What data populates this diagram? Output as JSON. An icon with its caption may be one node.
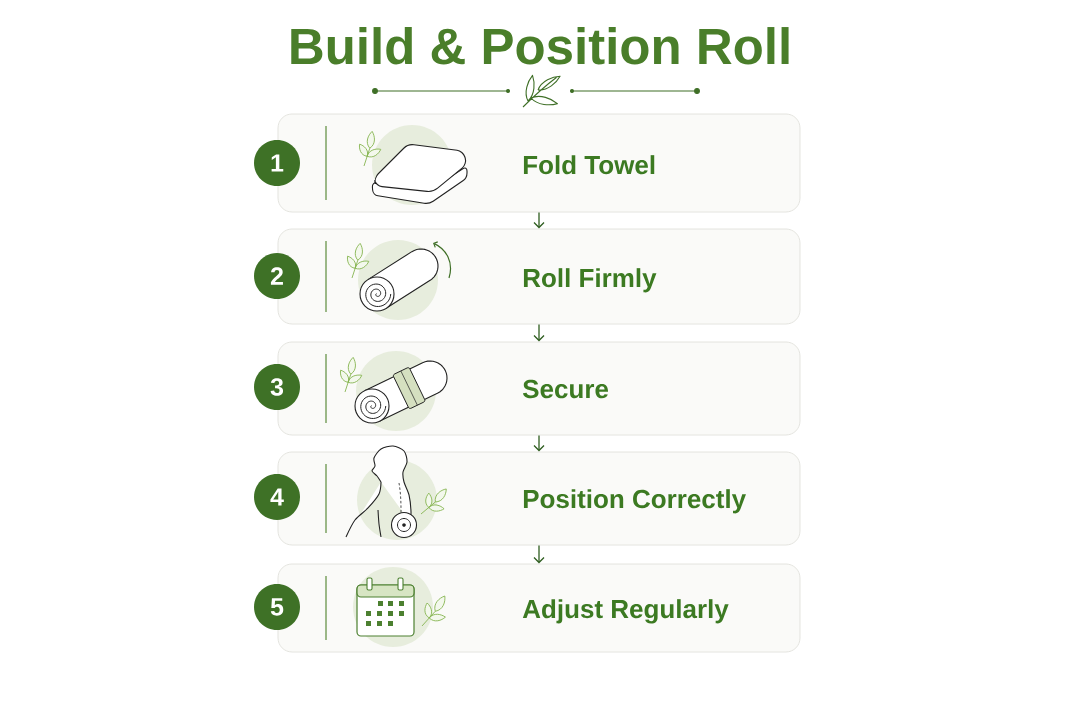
{
  "diagram": {
    "title": "Build & Position Roll",
    "nodes": [
      {
        "text": [
          "1"
        ]
      },
      {
        "text": [
          "Fold Towel"
        ]
      },
      {
        "text": [
          "2"
        ]
      },
      {
        "text": [
          "Roll Firmly"
        ]
      },
      {
        "text": [
          "3"
        ]
      },
      {
        "text": [
          "Secure"
        ]
      },
      {
        "text": [
          "4"
        ]
      },
      {
        "text": [
          "Position Correctly"
        ]
      },
      {
        "text": [
          "5"
        ]
      },
      {
        "text": [
          "Adjust Regularly"
        ]
      }
    ],
    "edges": [
      {
        "from": 1,
        "to": 3,
        "arrow": "to"
      },
      {
        "from": 3,
        "to": 5,
        "arrow": "to"
      },
      {
        "from": 5,
        "to": 7,
        "arrow": "to"
      },
      {
        "from": 7,
        "to": 9,
        "arrow": "to"
      }
    ]
  }
}
